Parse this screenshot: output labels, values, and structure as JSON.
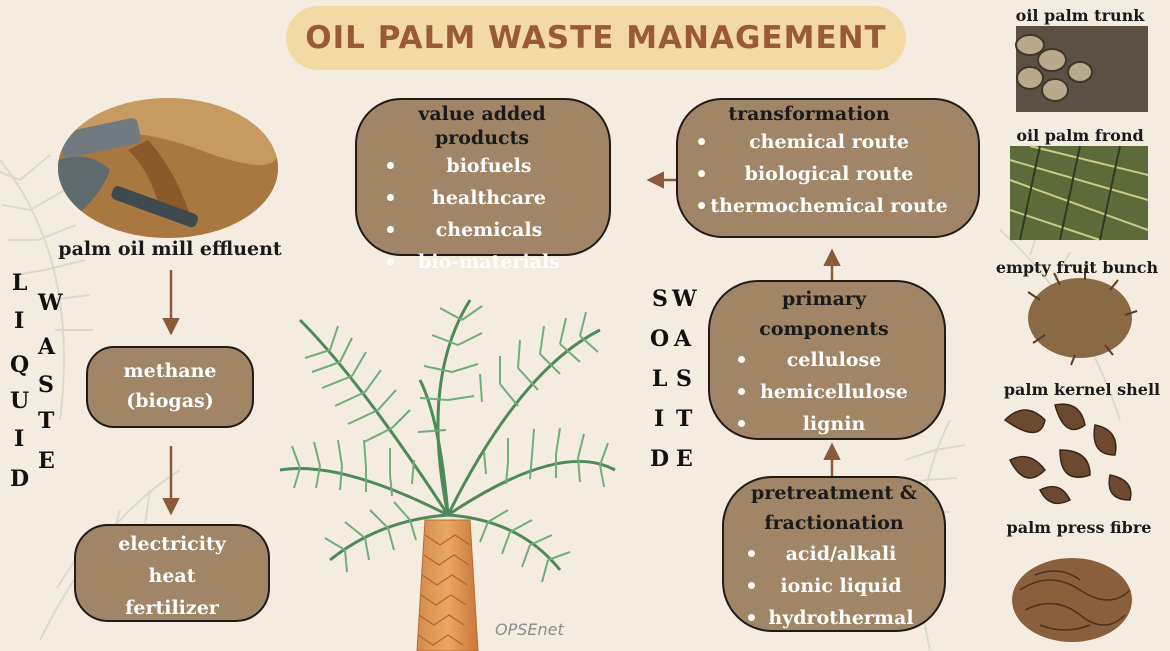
{
  "title": "OIL PALM WASTE MANAGEMENT",
  "liquid_waste": {
    "source_label": "palm oil mill effluent",
    "col1_letters": [
      "L",
      "I",
      "Q",
      "U",
      "I",
      "D"
    ],
    "col2_letters": [
      "W",
      "A",
      "S",
      "T",
      "E"
    ],
    "methane_box": [
      "methane",
      "(biogas)"
    ],
    "energy_box": [
      "electricity",
      "heat",
      "fertilizer"
    ]
  },
  "solid_waste": {
    "col1_letters": [
      "S",
      "O",
      "L",
      "I",
      "D"
    ],
    "col2_letters": [
      "W",
      "A",
      "S",
      "T",
      "E"
    ]
  },
  "value_added": {
    "title": "value added products",
    "items": [
      "biofuels",
      "healthcare",
      "chemicals",
      "bio-materials"
    ]
  },
  "transformation": {
    "title": "transformation",
    "items": [
      "chemical route",
      "biological route",
      "thermochemical route"
    ]
  },
  "primary": {
    "title_lines": [
      "primary",
      "components"
    ],
    "items": [
      "cellulose",
      "hemicellulose",
      "lignin"
    ]
  },
  "pretreatment": {
    "title_lines": [
      "pretreatment &",
      "fractionation"
    ],
    "items": [
      "acid/alkali",
      "ionic liquid",
      "hydrothermal"
    ]
  },
  "biomass_list": [
    "oil palm trunk",
    "oil palm frond",
    "empty fruit bunch",
    "palm kernel shell",
    "palm press fibre"
  ],
  "credit": "OPSEnet",
  "colors": {
    "background": "#f5ece1",
    "title_pill": "#f3d9a4",
    "title_text": "#9a5a34",
    "box_fill": "#a08566",
    "arrow": "#8a5a3a"
  }
}
